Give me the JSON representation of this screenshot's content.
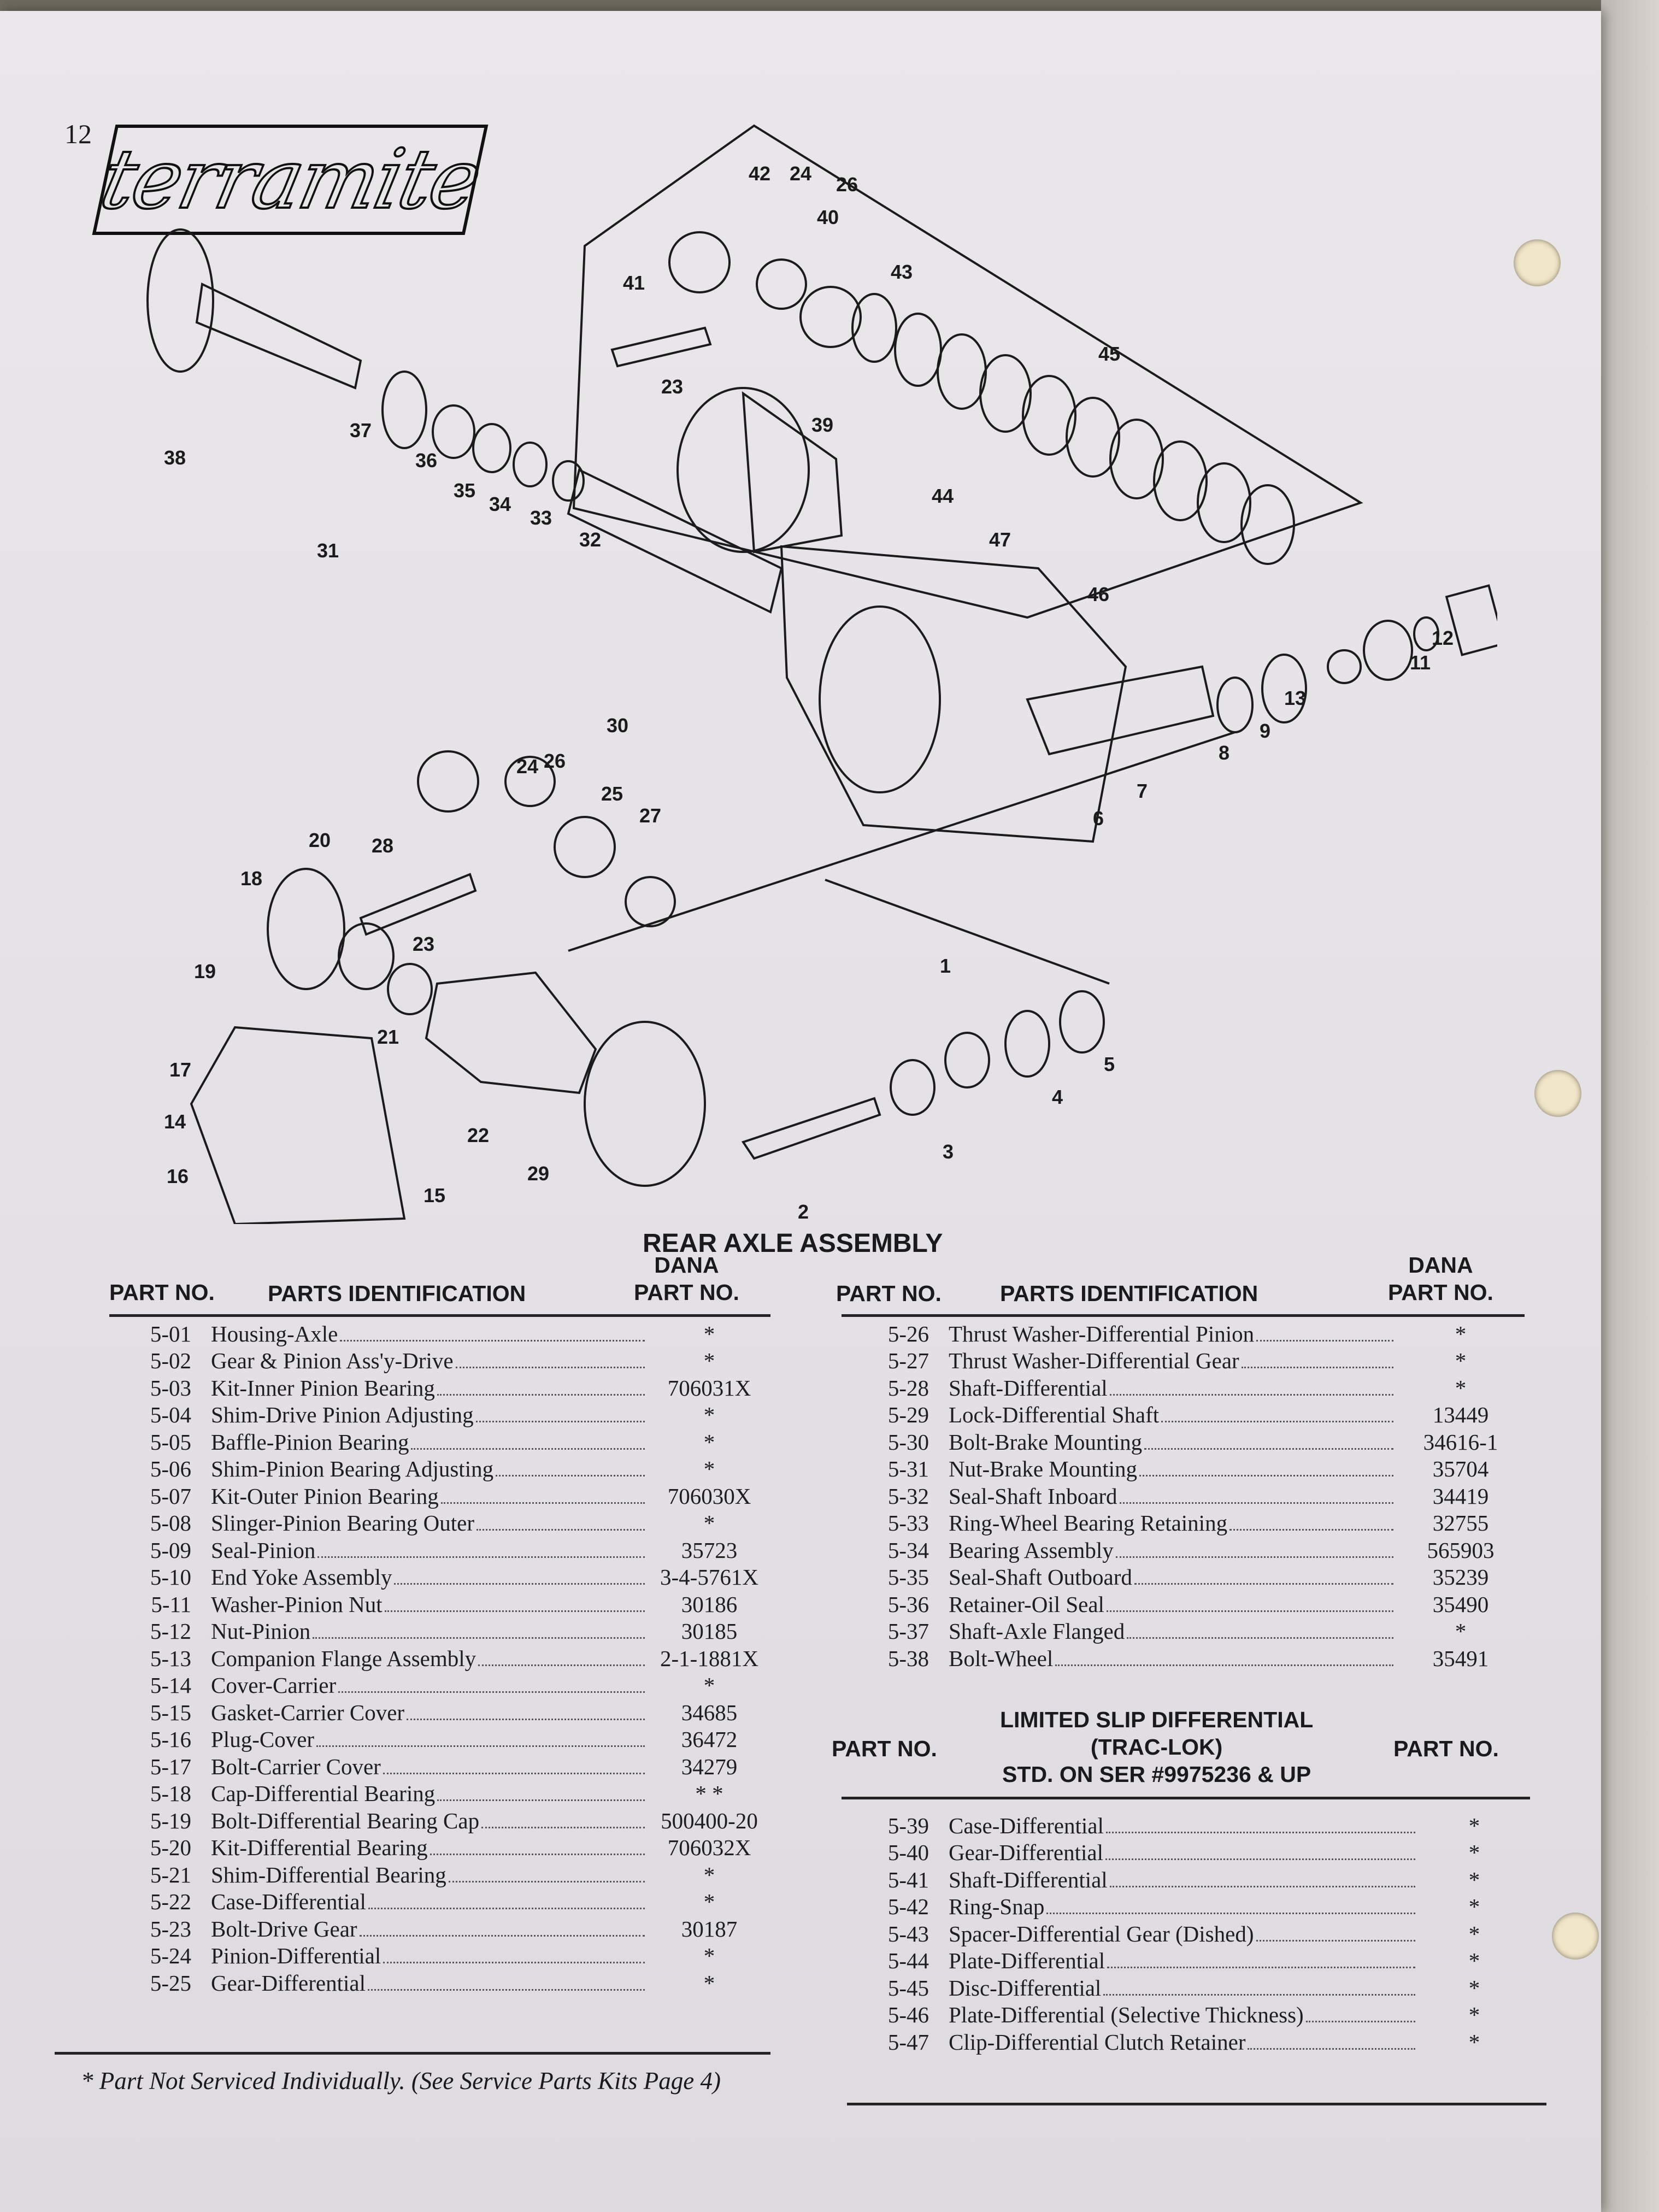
{
  "page_number": "12",
  "logo_text": "terramite",
  "diagram": {
    "title": "REAR AXLE ASSEMBLY",
    "callouts": [
      "1",
      "2",
      "3",
      "4",
      "5",
      "6",
      "7",
      "8",
      "9",
      "11",
      "12",
      "13",
      "14",
      "15",
      "16",
      "17",
      "18",
      "19",
      "20",
      "21",
      "22",
      "23",
      "24",
      "25",
      "26",
      "27",
      "28",
      "29",
      "30",
      "31",
      "32",
      "33",
      "34",
      "35",
      "36",
      "37",
      "38",
      "39",
      "40",
      "41",
      "42",
      "43",
      "44",
      "45",
      "46",
      "47",
      "23",
      "24",
      "26"
    ]
  },
  "left_table": {
    "headers": {
      "part_no": "PART NO.",
      "parts_id": "PARTS IDENTIFICATION",
      "dana": "DANA\nPART NO."
    },
    "rows": [
      {
        "no": "5-01",
        "desc": "Housing-Axle",
        "dana": "*"
      },
      {
        "no": "5-02",
        "desc": "Gear & Pinion Ass'y-Drive",
        "dana": "*"
      },
      {
        "no": "5-03",
        "desc": "Kit-Inner Pinion Bearing",
        "dana": "706031X"
      },
      {
        "no": "5-04",
        "desc": "Shim-Drive Pinion Adjusting",
        "dana": "*"
      },
      {
        "no": "5-05",
        "desc": "Baffle-Pinion Bearing",
        "dana": "*"
      },
      {
        "no": "5-06",
        "desc": "Shim-Pinion Bearing Adjusting",
        "dana": "*"
      },
      {
        "no": "5-07",
        "desc": "Kit-Outer Pinion Bearing",
        "dana": "706030X"
      },
      {
        "no": "5-08",
        "desc": "Slinger-Pinion Bearing Outer",
        "dana": "*"
      },
      {
        "no": "5-09",
        "desc": "Seal-Pinion",
        "dana": "35723"
      },
      {
        "no": "5-10",
        "desc": "End Yoke Assembly",
        "dana": "3-4-5761X"
      },
      {
        "no": "5-11",
        "desc": "Washer-Pinion Nut",
        "dana": "30186"
      },
      {
        "no": "5-12",
        "desc": "Nut-Pinion",
        "dana": "30185"
      },
      {
        "no": "5-13",
        "desc": "Companion Flange Assembly",
        "dana": "2-1-1881X"
      },
      {
        "no": "5-14",
        "desc": "Cover-Carrier",
        "dana": "*"
      },
      {
        "no": "5-15",
        "desc": "Gasket-Carrier Cover",
        "dana": "34685"
      },
      {
        "no": "5-16",
        "desc": "Plug-Cover",
        "dana": "36472"
      },
      {
        "no": "5-17",
        "desc": "Bolt-Carrier Cover",
        "dana": "34279"
      },
      {
        "no": "5-18",
        "desc": "Cap-Differential Bearing",
        "dana": "* *"
      },
      {
        "no": "5-19",
        "desc": "Bolt-Differential Bearing Cap",
        "dana": "500400-20"
      },
      {
        "no": "5-20",
        "desc": "Kit-Differential Bearing",
        "dana": "706032X"
      },
      {
        "no": "5-21",
        "desc": "Shim-Differential Bearing",
        "dana": "*"
      },
      {
        "no": "5-22",
        "desc": "Case-Differential",
        "dana": "*"
      },
      {
        "no": "5-23",
        "desc": "Bolt-Drive Gear",
        "dana": "30187"
      },
      {
        "no": "5-24",
        "desc": "Pinion-Differential",
        "dana": "*"
      },
      {
        "no": "5-25",
        "desc": "Gear-Differential",
        "dana": "*"
      }
    ]
  },
  "right_table": {
    "headers": {
      "part_no": "PART NO.",
      "parts_id": "PARTS IDENTIFICATION",
      "dana": "DANA\nPART NO."
    },
    "rows": [
      {
        "no": "5-26",
        "desc": "Thrust Washer-Differential Pinion",
        "dana": "*"
      },
      {
        "no": "5-27",
        "desc": "Thrust Washer-Differential Gear",
        "dana": "*"
      },
      {
        "no": "5-28",
        "desc": "Shaft-Differential",
        "dana": "*"
      },
      {
        "no": "5-29",
        "desc": "Lock-Differential Shaft",
        "dana": "13449"
      },
      {
        "no": "5-30",
        "desc": "Bolt-Brake Mounting",
        "dana": "34616-1"
      },
      {
        "no": "5-31",
        "desc": "Nut-Brake Mounting",
        "dana": "35704"
      },
      {
        "no": "5-32",
        "desc": "Seal-Shaft Inboard",
        "dana": "34419"
      },
      {
        "no": "5-33",
        "desc": "Ring-Wheel Bearing Retaining",
        "dana": "32755"
      },
      {
        "no": "5-34",
        "desc": "Bearing Assembly",
        "dana": "565903"
      },
      {
        "no": "5-35",
        "desc": "Seal-Shaft Outboard",
        "dana": "35239"
      },
      {
        "no": "5-36",
        "desc": "Retainer-Oil Seal",
        "dana": "35490"
      },
      {
        "no": "5-37",
        "desc": "Shaft-Axle Flanged",
        "dana": "*"
      },
      {
        "no": "5-38",
        "desc": "Bolt-Wheel",
        "dana": "35491"
      }
    ]
  },
  "lsd_table": {
    "header_left": "PART NO.",
    "header_title": "LIMITED SLIP DIFFERENTIAL\n(TRAC-LOK)\nSTD. ON SER #9975236 & UP",
    "header_right": "PART NO.",
    "rows": [
      {
        "no": "5-39",
        "desc": "Case-Differential",
        "dana": "*"
      },
      {
        "no": "5-40",
        "desc": "Gear-Differential",
        "dana": "*"
      },
      {
        "no": "5-41",
        "desc": "Shaft-Differential",
        "dana": "*"
      },
      {
        "no": "5-42",
        "desc": "Ring-Snap",
        "dana": "*"
      },
      {
        "no": "5-43",
        "desc": "Spacer-Differential Gear (Dished)",
        "dana": "*"
      },
      {
        "no": "5-44",
        "desc": "Plate-Differential",
        "dana": "*"
      },
      {
        "no": "5-45",
        "desc": "Disc-Differential",
        "dana": "*"
      },
      {
        "no": "5-46",
        "desc": "Plate-Differential (Selective Thickness)",
        "dana": "*"
      },
      {
        "no": "5-47",
        "desc": "Clip-Differential Clutch Retainer",
        "dana": "*"
      }
    ]
  },
  "footnote": "* Part Not Serviced Individually. (See Service Parts Kits Page 4)"
}
